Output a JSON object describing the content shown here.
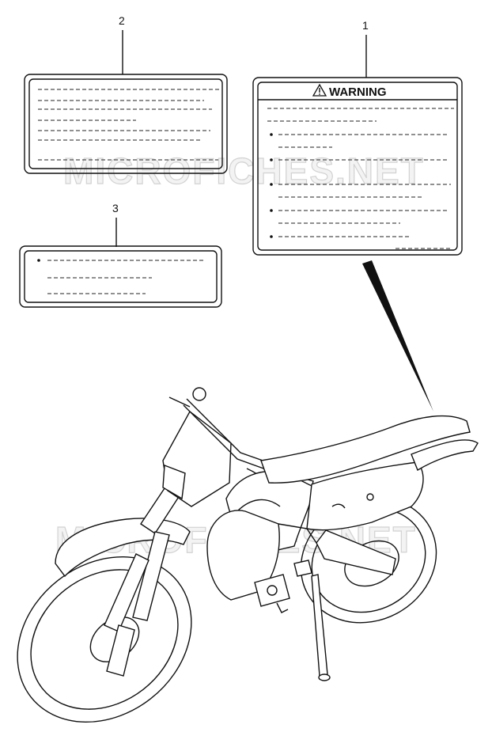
{
  "callouts": {
    "label_1": "1",
    "label_2": "2",
    "label_3": "3"
  },
  "warning_label": {
    "title": "WARNING",
    "icon": "warning-triangle-icon"
  },
  "watermark": {
    "text": "MICROFICHES.NET"
  },
  "colors": {
    "line": "#111111",
    "watermark": "#d2d2d2"
  }
}
